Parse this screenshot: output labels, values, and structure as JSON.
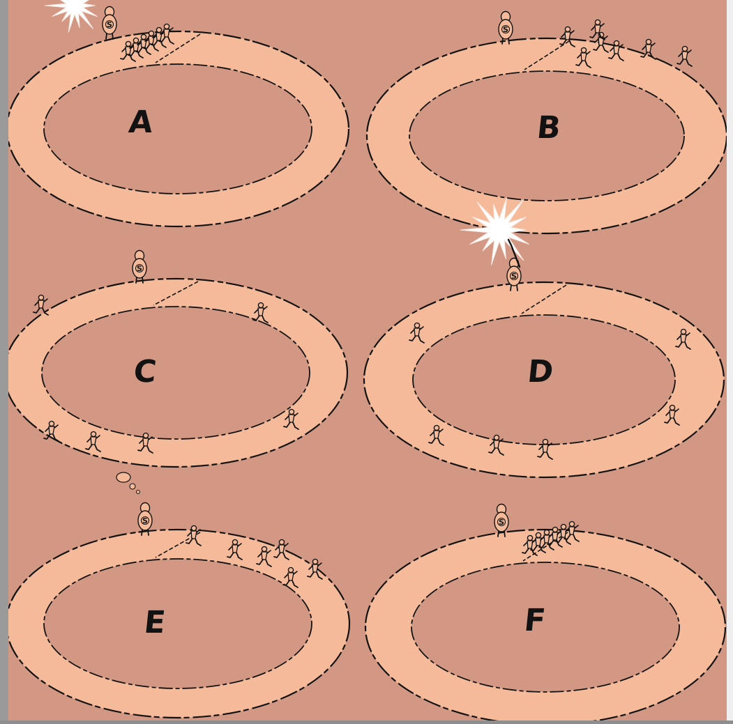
{
  "panels": [
    {
      "id": "A",
      "label": "A"
    },
    {
      "id": "B",
      "label": "B"
    },
    {
      "id": "C",
      "label": "C"
    },
    {
      "id": "D",
      "label": "D"
    },
    {
      "id": "E",
      "label": "E"
    },
    {
      "id": "F",
      "label": "F"
    }
  ],
  "starter_badge": "S",
  "colors": {
    "page": "#d29883",
    "track": "#f4ba9a",
    "ink": "#121212",
    "flash": "#ffffff",
    "page_edge": "#efefef"
  },
  "icons": [
    "starter-figure",
    "runner-figure",
    "starting-pistol-flash-icon",
    "thought-bubble-icon"
  ]
}
